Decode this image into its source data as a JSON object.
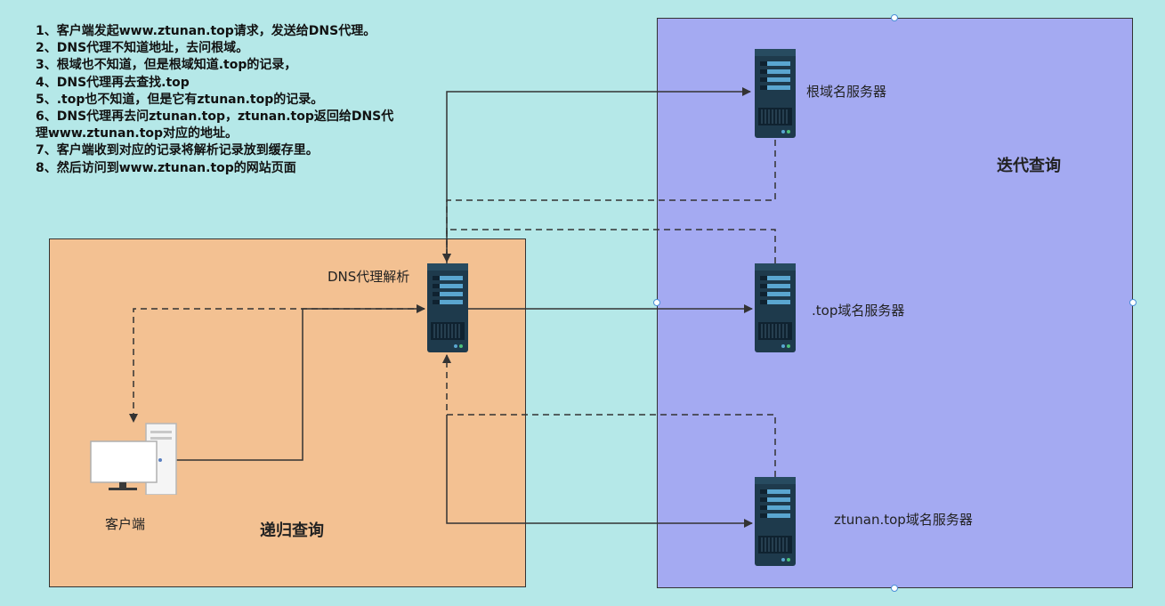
{
  "notes": [
    "1、客户端发起www.ztunan.top请求，发送给DNS代理。",
    "2、DNS代理不知道地址，去问根域。",
    "3、根域也不知道，但是根域知道.top的记录，",
    "4、DNS代理再去查找.top",
    "5、.top也不知道，但是它有ztunan.top的记录。",
    "6、DNS代理再去问ztunan.top，ztunan.top返回给DNS代",
    "理www.ztunan.top对应的地址。",
    "7、客户端收到对应的记录将解析记录放到缓存里。",
    "8、然后访问到www.ztunan.top的网站页面"
  ],
  "recursive": {
    "label": "递归查询"
  },
  "iterative": {
    "label": "迭代查询"
  },
  "client": {
    "label": "客户端",
    "icon": "desktop-computer-icon"
  },
  "dns_proxy": {
    "label": "DNS代理解析",
    "icon": "server-icon"
  },
  "servers": [
    {
      "label": "根域名服务器",
      "icon": "server-icon"
    },
    {
      "label": ".top域名服务器",
      "icon": "server-icon"
    },
    {
      "label": "ztunan.top域名服务器",
      "icon": "server-icon"
    }
  ],
  "colors": {
    "background": "#b5e8e8",
    "recursive_box": "#f3c192",
    "iterative_box": "#a4aaf2",
    "server_body": "#1e3a4c",
    "server_accent": "#5aa6d0"
  }
}
